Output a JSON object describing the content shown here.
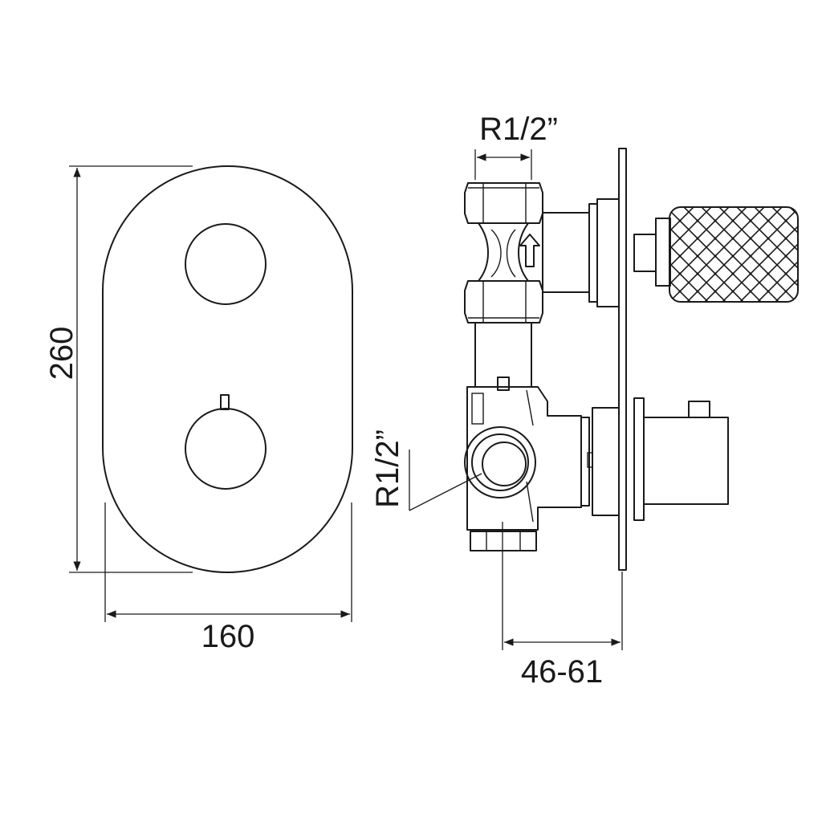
{
  "dimensions": {
    "height": "260",
    "width": "160",
    "depth": "46-61",
    "thread_top": "R1/2”",
    "thread_side": "R1/2”"
  },
  "colors": {
    "line": "#1a1a1a",
    "background": "#ffffff"
  }
}
